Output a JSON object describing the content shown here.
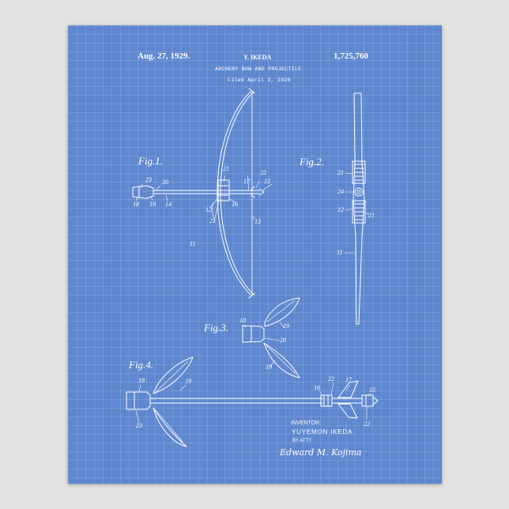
{
  "header": {
    "date": "Aug. 27, 1929.",
    "inventor_short": "Y. IKEDA",
    "patent_number": "1,725,760",
    "title": "ARCHERY BOW AND PROJECTILE",
    "filed": "Filed April 3, 1928"
  },
  "figures": {
    "fig1": "Fig.1.",
    "fig2": "Fig.2.",
    "fig3": "Fig.3.",
    "fig4": "Fig.4."
  },
  "inventor_block": {
    "label": "INVENTOR:",
    "name": "YUYEMON IKEDA.",
    "by": "BY ATTY"
  },
  "signature": "Edward M. Kojima",
  "refs": {
    "f1_23": "23",
    "f1_20": "20",
    "f1_18": "18",
    "f1_19": "19",
    "f1_14": "14",
    "f1_21a": "21",
    "f1_22": "22",
    "f1_17": "17",
    "f1_15": "15",
    "f1_12": "12",
    "f1_16": "16",
    "f1_21b": "21",
    "f1_13": "13",
    "f1_11": "11",
    "f2_21a": "21",
    "f2_24": "24",
    "f2_12": "12",
    "f2_21b": "21",
    "f2_11": "11",
    "f3_18": "18",
    "f3_19a": "19",
    "f3_20": "20",
    "f3_19b": "19",
    "f4_18": "18",
    "f4_19": "19",
    "f4_23": "23",
    "f4_16": "16",
    "f4_22a": "22",
    "f4_17": "17",
    "f4_15": "15",
    "f4_22b": "22"
  },
  "colors": {
    "paper": "#5e87cf",
    "ink": "#ffffff",
    "wall": "#e2e2e2"
  }
}
